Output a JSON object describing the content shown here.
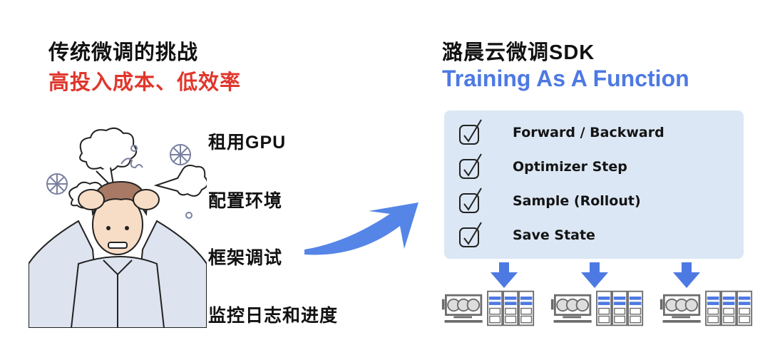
{
  "left": {
    "title": "传统微调的挑战",
    "subtitle": "高投入成本、低效率",
    "pain_points": [
      "租用GPU",
      "配置环境",
      "框架调试",
      "监控日志和进度"
    ],
    "illustration": "stressed-person-illustration"
  },
  "right": {
    "title": "潞晨云微调SDK",
    "subtitle": "Training As A Function",
    "features": [
      {
        "label": "Forward / Backward",
        "icon": "checkbox-checked-icon"
      },
      {
        "label": "Optimizer Step",
        "icon": "checkbox-checked-icon"
      },
      {
        "label": "Sample (Rollout)",
        "icon": "checkbox-checked-icon"
      },
      {
        "label": "Save State",
        "icon": "checkbox-checked-icon"
      }
    ],
    "hardware_groups": 3
  },
  "colors": {
    "red": "#e0362c",
    "blue": "#4d79e3",
    "card_bg": "#dbe7f4",
    "arrow_blue": "#5585e6",
    "hardware_gray": "#6b6b6b"
  }
}
